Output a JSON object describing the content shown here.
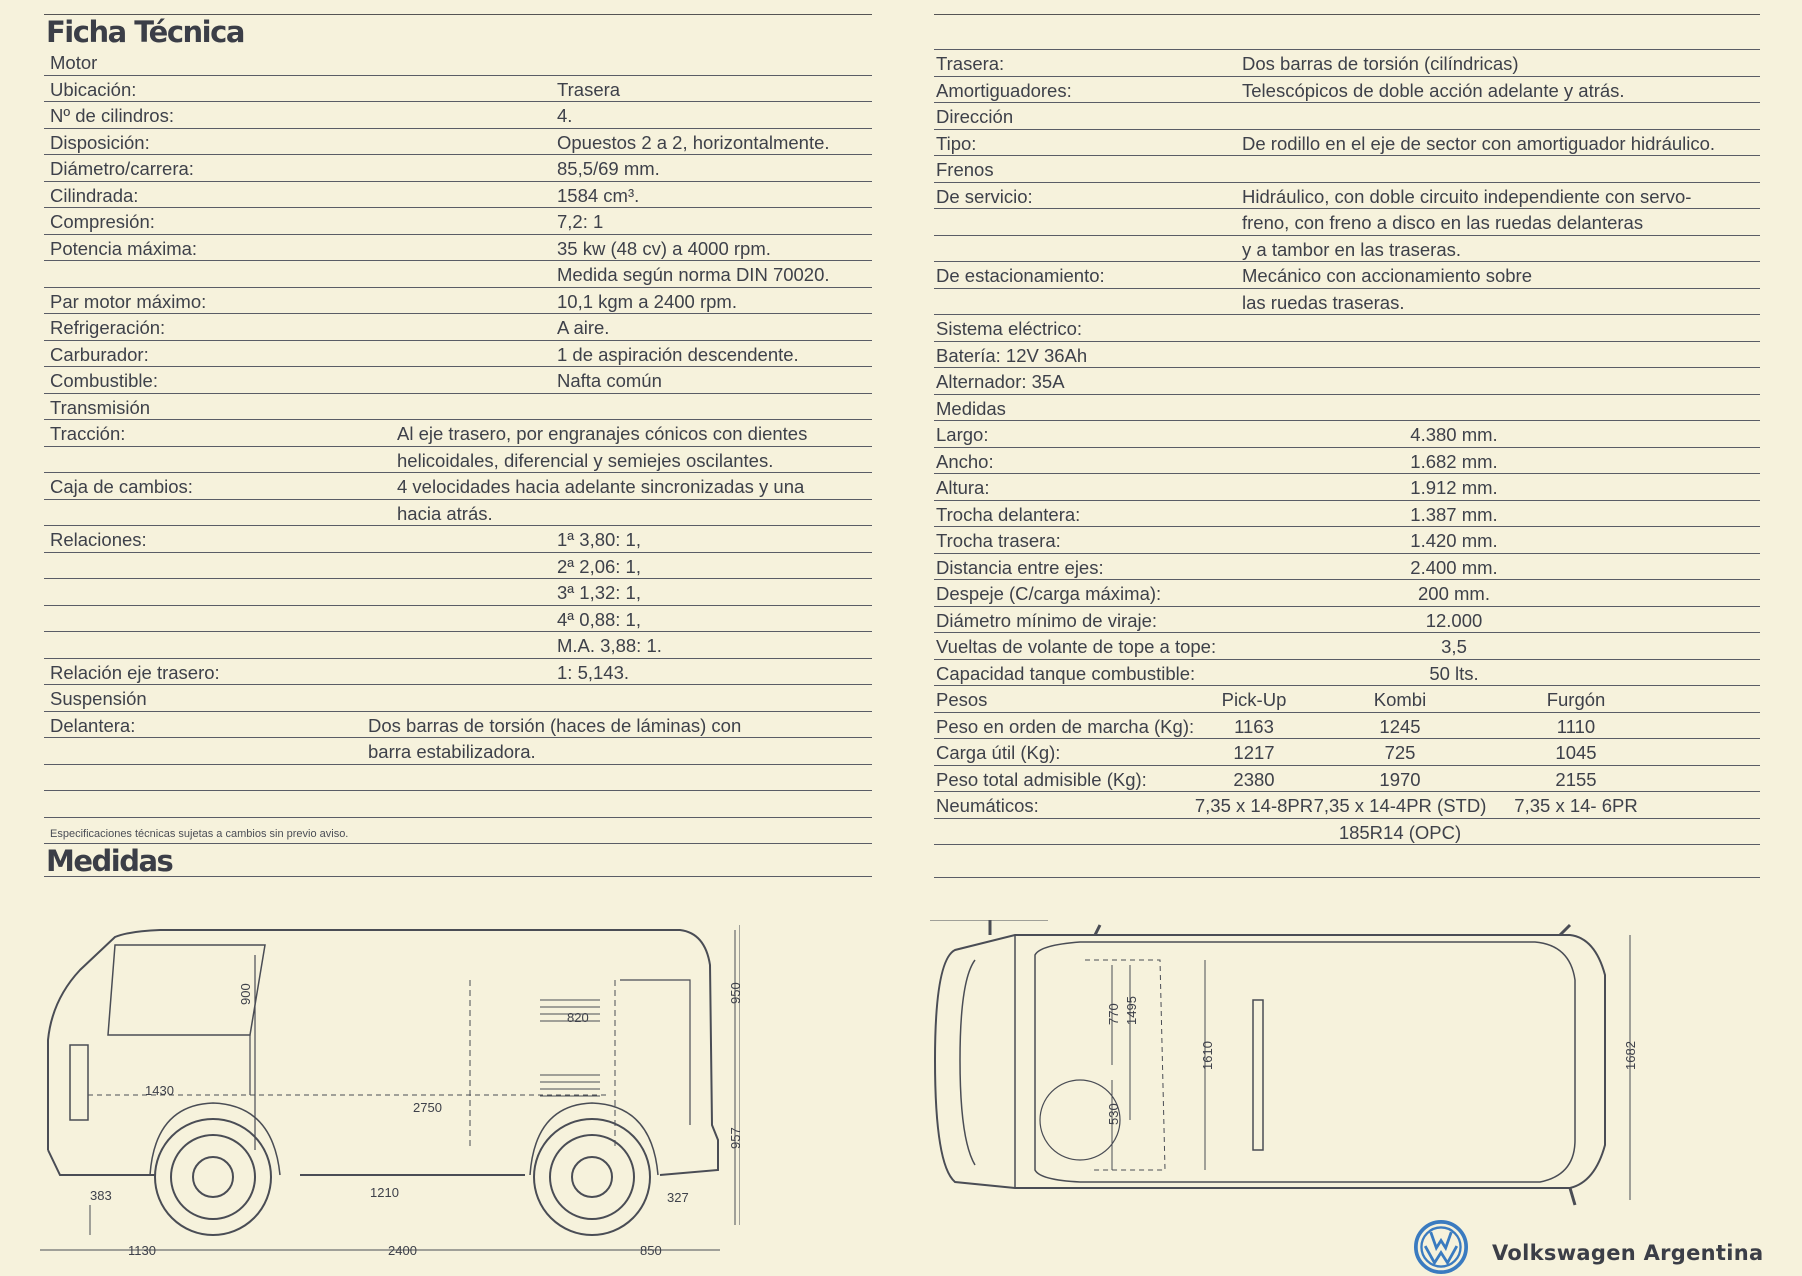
{
  "left": {
    "title": "Ficha Técnica",
    "rows": [
      {
        "label": "Motor",
        "v1": "",
        "v2": "",
        "v3": ""
      },
      {
        "label": "Ubicación:",
        "v1": "Trasera"
      },
      {
        "label": "Nº de cilindros:",
        "v1": "4."
      },
      {
        "label": "Disposición:",
        "v1": "Opuestos 2 a 2, horizontalmente."
      },
      {
        "label": "Diámetro/carrera:",
        "v1": "85,5/69 mm."
      },
      {
        "label": "Cilindrada:",
        "v1": "1584 cm³."
      },
      {
        "label": "Compresión:",
        "v1": "7,2: 1"
      },
      {
        "label": "Potencia máxima:",
        "v1": "35 kw (48 cv) a 4000 rpm."
      },
      {
        "label": "",
        "v1": "Medida según norma DIN 70020."
      },
      {
        "label": "Par motor máximo:",
        "v1": "10,1 kgm a 2400 rpm."
      },
      {
        "label": "Refrigeración:",
        "v1": "A aire."
      },
      {
        "label": "Carburador:",
        "v1": "1 de aspiración descendente."
      },
      {
        "label": "Combustible:",
        "v1": "Nafta común"
      },
      {
        "label": "Transmisión"
      },
      {
        "label": "Tracción:",
        "v2": "Al eje trasero, por engranajes cónicos con dientes"
      },
      {
        "label": "",
        "v2": "helicoidales, diferencial y semiejes oscilantes."
      },
      {
        "label": "Caja de cambios:",
        "v2": "4 velocidades hacia adelante sincronizadas y una"
      },
      {
        "label": "",
        "v2": "hacia atrás."
      },
      {
        "label": "Relaciones:",
        "v1": "1ª 3,80: 1,"
      },
      {
        "label": "",
        "v1": "2ª 2,06: 1,"
      },
      {
        "label": "",
        "v1": "3ª 1,32: 1,"
      },
      {
        "label": "",
        "v1": "4ª 0,88: 1,"
      },
      {
        "label": "",
        "v1": "M.A. 3,88: 1."
      },
      {
        "label": "Relación eje trasero:",
        "v1": "1: 5,143."
      },
      {
        "label": "Suspensión"
      },
      {
        "label": "Delantera:",
        "v3": "Dos barras de torsión (haces de láminas) con"
      },
      {
        "label": "",
        "v3": "barra estabilizadora."
      },
      {
        "label": ""
      },
      {
        "label": ""
      }
    ],
    "footnote": "Especificaciones técnicas sujetas a cambios sin previo aviso.",
    "measures_title": "Medidas"
  },
  "right": {
    "rows": [
      {
        "label": "Trasera:",
        "rv": "Dos barras de torsión (cilíndricas)"
      },
      {
        "label": "Amortiguadores:",
        "rv": "Telescópicos de doble acción adelante y atrás."
      },
      {
        "label": "Dirección"
      },
      {
        "label": "Tipo:",
        "rv": "De rodillo en el eje de sector con amortiguador hidráulico."
      },
      {
        "label": "Frenos"
      },
      {
        "label": "De servicio:",
        "rv": "Hidráulico, con doble circuito independiente con servo-"
      },
      {
        "label": "",
        "rv": "freno, con freno a disco en las ruedas delanteras"
      },
      {
        "label": "",
        "rv": "y a tambor en las traseras."
      },
      {
        "label": "De estacionamiento:",
        "rv": "Mecánico con accionamiento sobre"
      },
      {
        "label": "",
        "rv": "las ruedas traseras."
      },
      {
        "label": "Sistema eléctrico:"
      },
      {
        "label": "Batería: 12V 36Ah"
      },
      {
        "label": "Alternador: 35A"
      },
      {
        "label": "Medidas"
      },
      {
        "label": "Largo:",
        "mv": "4.380 mm."
      },
      {
        "label": "Ancho:",
        "mv": "1.682 mm."
      },
      {
        "label": "Altura:",
        "mv": "1.912 mm."
      },
      {
        "label": "Trocha delantera:",
        "mv": "1.387 mm."
      },
      {
        "label": "Trocha trasera:",
        "mv": "1.420 mm."
      },
      {
        "label": "Distancia entre ejes:",
        "mv": "2.400 mm."
      },
      {
        "label": "Despeje (C/carga máxima):",
        "mv": "200 mm."
      },
      {
        "label": "Diámetro mínimo de viraje:",
        "mv": "12.000"
      },
      {
        "label": "Vueltas de volante de tope a tope:",
        "mv": "3,5"
      },
      {
        "label": "Capacidad tanque combustible:",
        "mv": "50 lts."
      },
      {
        "label": "Pesos",
        "p1": "Pick-Up",
        "p2": "Kombi",
        "p3": "Furgón"
      },
      {
        "label": "Peso en orden de marcha (Kg):",
        "p1": "1163",
        "p2": "1245",
        "p3": "1110"
      },
      {
        "label": "Carga útil (Kg):",
        "p1": "1217",
        "p2": "725",
        "p3": "1045"
      },
      {
        "label": "Peso total admisible (Kg):",
        "p1": "2380",
        "p2": "1970",
        "p3": "2155"
      },
      {
        "label": "Neumáticos:",
        "p1": "7,35 x 14-8PR",
        "p2": "7,35 x 14-4PR (STD)",
        "p3": "7,35 x 14- 6PR"
      },
      {
        "label": "",
        "p2": "185R14 (OPC)"
      }
    ]
  },
  "drawing": {
    "side": {
      "d1": "900",
      "d2": "1430",
      "d3": "820",
      "d4": "2750",
      "d5": "950",
      "d6": "957",
      "d7": "383",
      "d8": "1210",
      "d9": "327",
      "d10": "1130",
      "d11": "2400",
      "d12": "850"
    },
    "top": {
      "d1": "770",
      "d2": "1495",
      "d3": "530",
      "d4": "1610",
      "d5": "1682"
    }
  },
  "brand": {
    "name": "Volkswagen Argentina",
    "logo": "vw-logo-icon"
  }
}
